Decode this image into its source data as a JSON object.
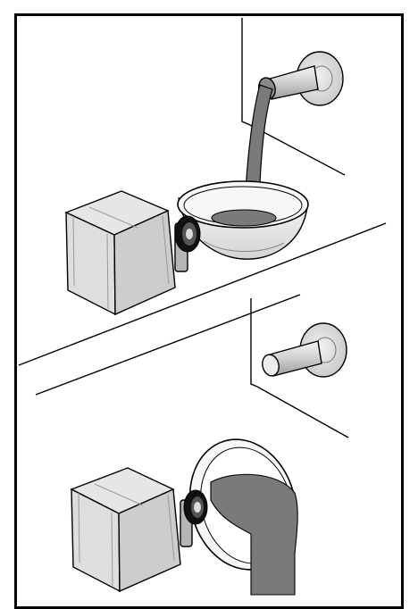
{
  "illustration": {
    "panel_top": {
      "pipe": "pipe-icon",
      "stream": "liquid-stream",
      "bowl": "bowl-tilted-up",
      "motor": "motor-box"
    },
    "panel_bottom": {
      "pipe": "pipe-icon",
      "bowl": "bowl-tipped",
      "motor": "motor-box"
    },
    "colors": {
      "ink": "#000000",
      "liquid": "#7a7a7a",
      "metal_light": "#dcdcdc",
      "metal_mid": "#c4c4c4",
      "motor_face": "#e2e2e2",
      "motor_side": "#cfcfcf",
      "background": "#ffffff"
    }
  }
}
